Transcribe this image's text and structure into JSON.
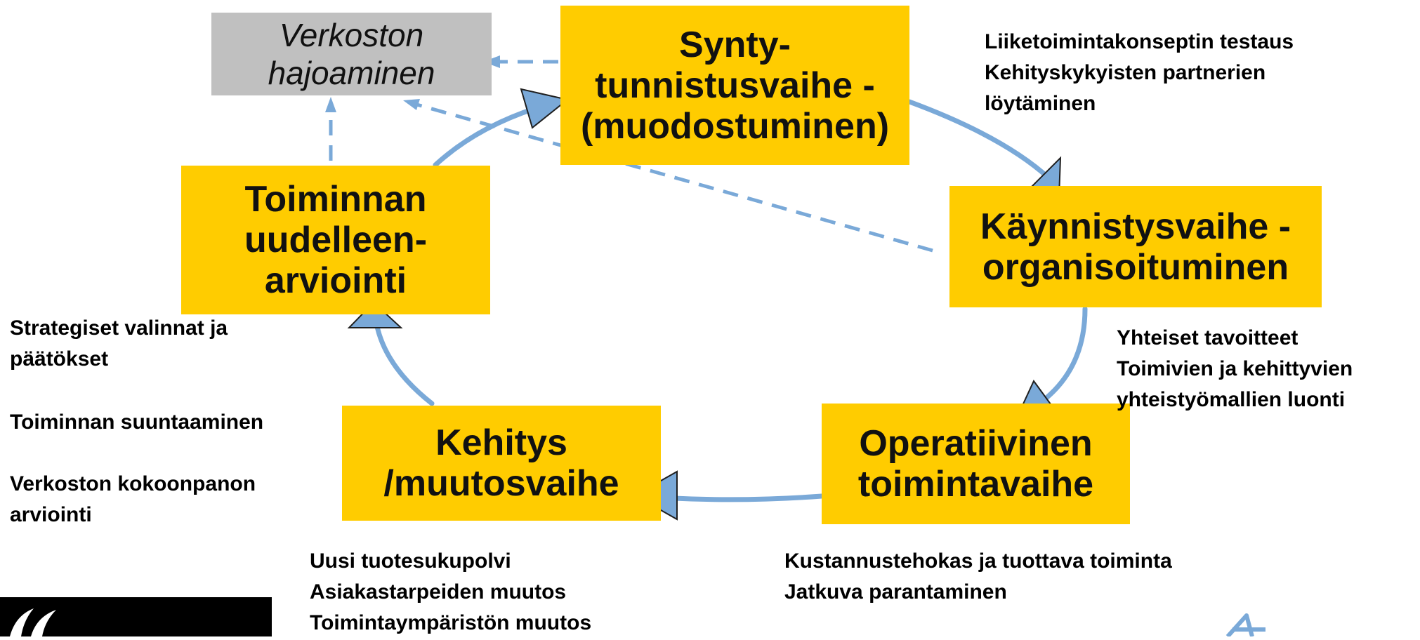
{
  "colors": {
    "stage_fill": "#FFCC00",
    "disband_fill": "#C0C0C0",
    "arrow_blue": "#7AA9D8",
    "arrow_outline": "#1F1F1F"
  },
  "stages": {
    "birth": "Synty-\ntunnistusvaihe -\n(muodostuminen)",
    "startup": "Käynnistysvaihe -\norganisoituminen",
    "operational": "Operatiivinen\ntoimintavaihe",
    "development": "Kehitys\n/muutosvaihe",
    "reevaluation": "Toiminnan\nuudelleen-\narviointi"
  },
  "disband": "Verkoston\nhajoaminen",
  "notes": {
    "birth": "Liiketoimintakonseptin testaus\nKehityskykyisten partnerien\nlöytäminen",
    "startup": "Yhteiset tavoitteet\nToimivien ja kehittyvien\nyhteistyömallien luonti",
    "operational": "Kustannustehokas ja tuottava toiminta\nJatkuva parantaminen",
    "development": "Uusi tuotesukupolvi\nAsiakastarpeiden muutos\nToimintaympäristön muutos",
    "reevaluation_1": "Strategiset valinnat ja\npäätökset",
    "reevaluation_2": "Toiminnan suuntaaminen",
    "reevaluation_3": "Verkoston kokoonpanon\narviointi"
  },
  "icons": {
    "logo": "organization-logo",
    "star": "star-mark-icon"
  }
}
